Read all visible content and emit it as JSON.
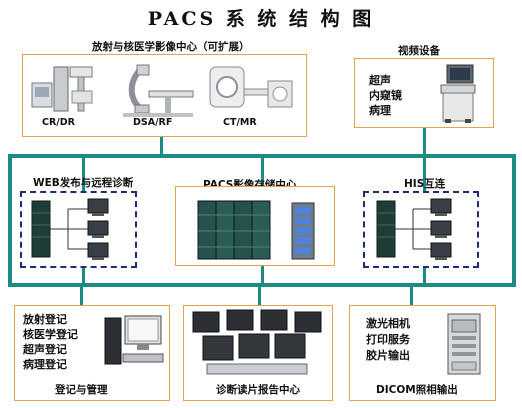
{
  "title": "PACS 系 统 结 构 图",
  "top_left_group": {
    "label": "放射与核医学影像中心（可扩展）",
    "devices": [
      "CR/DR",
      "DSA/RF",
      "CT/MR"
    ]
  },
  "video_group": {
    "label": "视频设备",
    "items": [
      "超声",
      "内窥镜",
      "病理"
    ]
  },
  "middle": {
    "web_label": "WEB发布与远程诊断",
    "storage_label": "PACS影像存储中心",
    "his_label": "HIS互连"
  },
  "bottom": {
    "registration": {
      "items": [
        "放射登记",
        "核医学登记",
        "超声登记",
        "病理登记"
      ],
      "label": "登记与管理"
    },
    "reading": {
      "label": "诊断读片报告中心"
    },
    "dicom": {
      "items": [
        "激光相机",
        "打印服务",
        "胶片输出"
      ],
      "label": "DICOM照相输出"
    }
  },
  "colors": {
    "bus": "#1b8c84",
    "frame": "#e3a24b",
    "dashed": "#1f2a7a"
  }
}
